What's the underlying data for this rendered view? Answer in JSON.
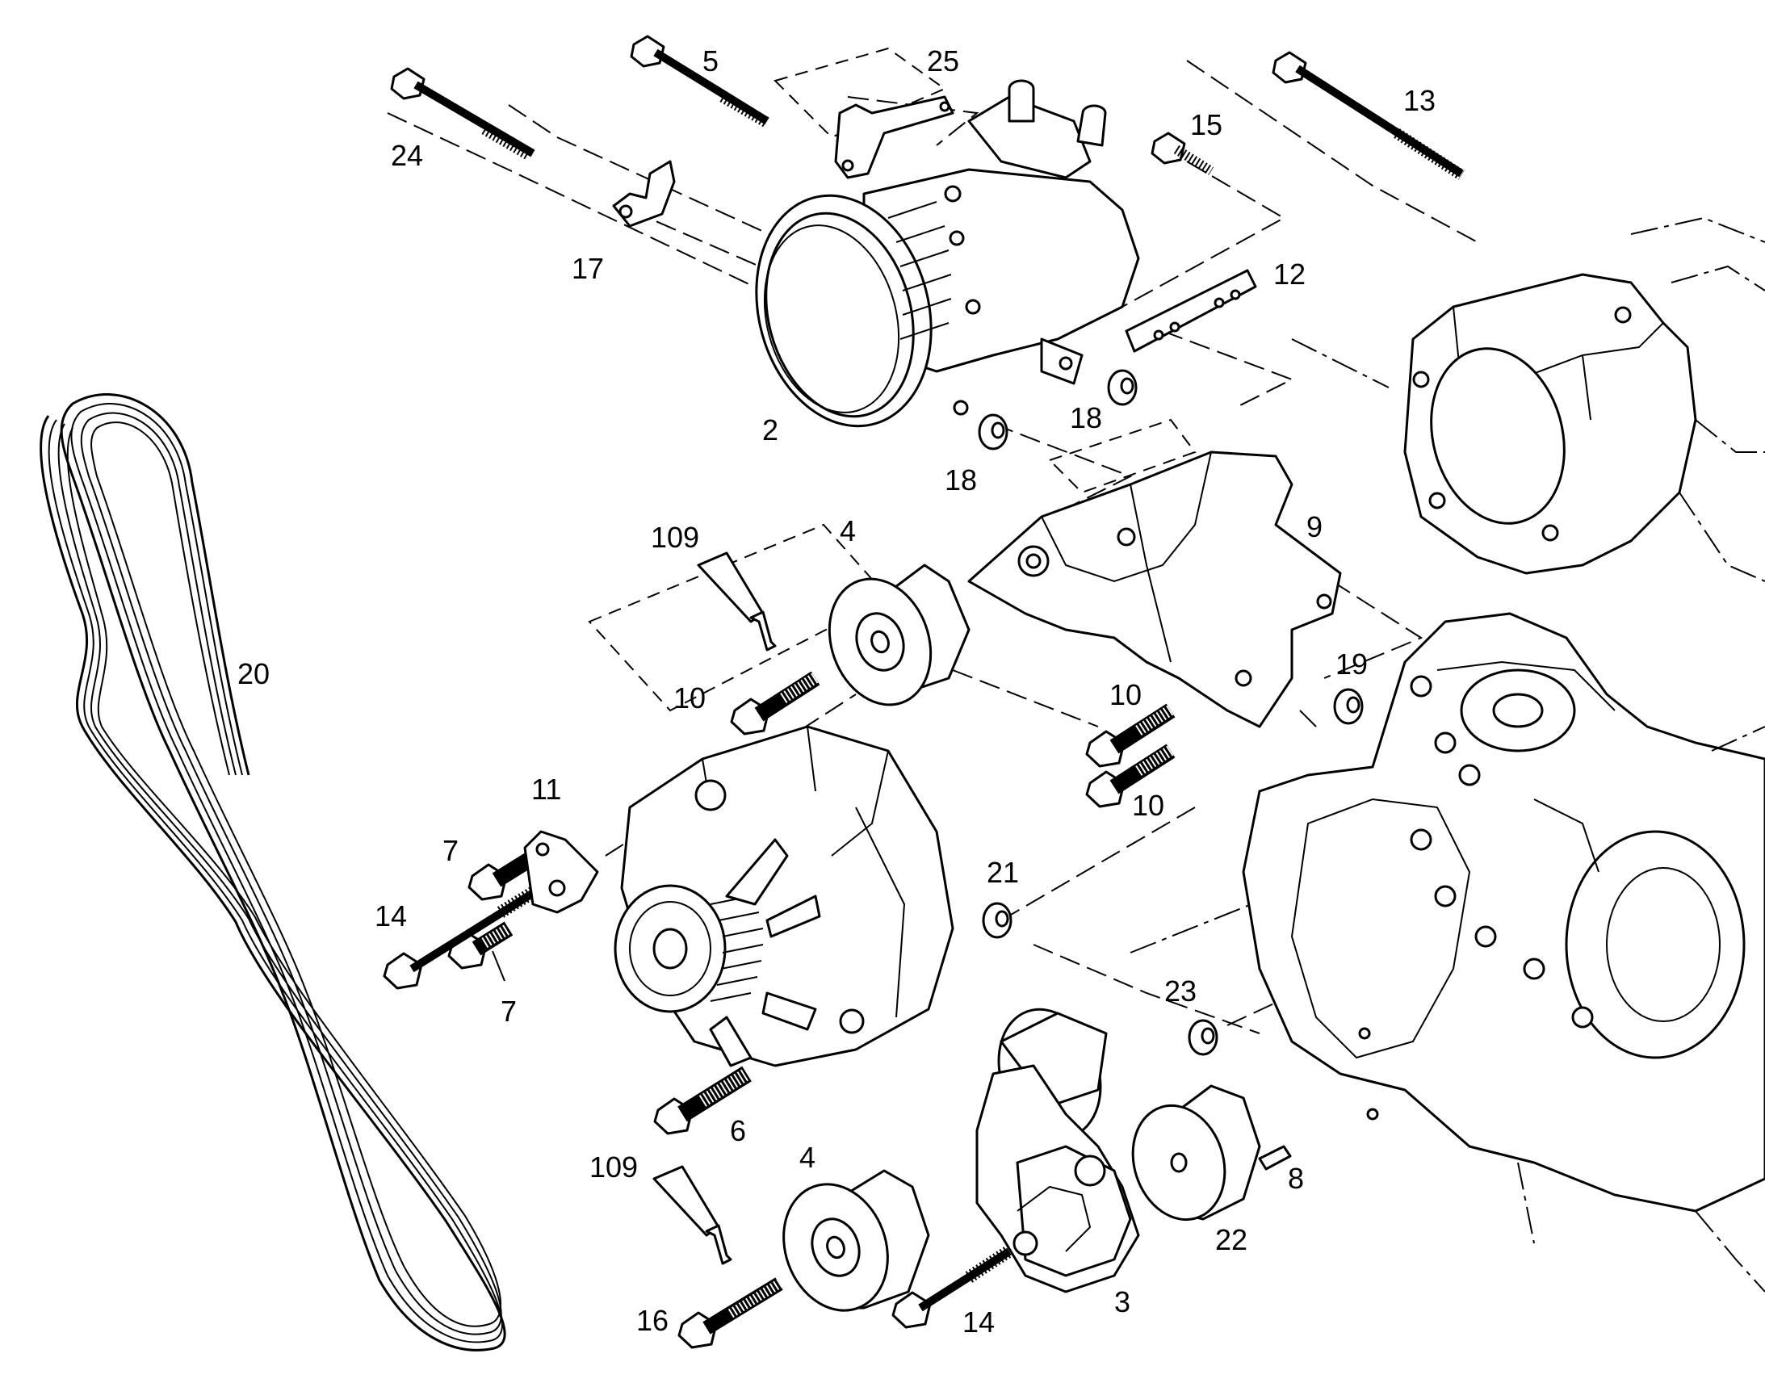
{
  "diagram": {
    "callouts": {
      "c24": "24",
      "c5": "5",
      "c25": "25",
      "c13": "13",
      "c15": "15",
      "c17": "17",
      "c12": "12",
      "c2": "2",
      "c18a": "18",
      "c18b": "18",
      "c109a": "109",
      "c4a": "4",
      "c9": "9",
      "c20": "20",
      "c10a": "10",
      "c10b": "10",
      "c10c": "10",
      "c19": "19",
      "c11": "11",
      "c7a": "7",
      "c14a": "14",
      "c7b": "7",
      "c21": "21",
      "c23": "23",
      "c6": "6",
      "c109b": "109",
      "c4b": "4",
      "c8": "8",
      "c22": "22",
      "c16": "16",
      "c14b": "14",
      "c3": "3"
    }
  }
}
